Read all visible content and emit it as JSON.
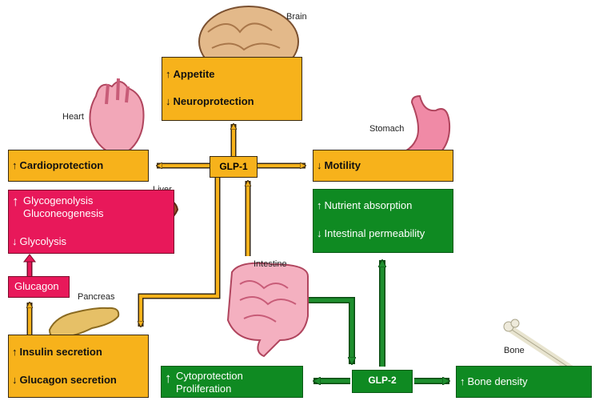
{
  "labels": {
    "brain": "Brain",
    "heart": "Heart",
    "stomach": "Stomach",
    "liver": "Liver",
    "pancreas": "Pancreas",
    "intestine": "Intestine",
    "bone": "Bone"
  },
  "nodes": {
    "glp1": "GLP-1",
    "glp2": "GLP-2"
  },
  "brain_box": {
    "line1": "Appetite",
    "line2": "Neuroprotection"
  },
  "heart_box": {
    "line1": "Cardioprotection"
  },
  "motility_box": {
    "line1": "Motility"
  },
  "stomach_green_box": {
    "line1": "Nutrient absorption",
    "line2": "Intestinal permeability"
  },
  "liver_box": {
    "line1": "Glycogenolysis",
    "line2": "Gluconeogenesis",
    "line3": "Glycolysis"
  },
  "glucagon_box": {
    "line1": "Glucagon"
  },
  "pancreas_box": {
    "line1": "Insulin secretion",
    "line2": "Glucagon secretion"
  },
  "cyto_box": {
    "line1": "Cytoprotection",
    "line2": "Proliferation"
  },
  "bone_box": {
    "line1": "Bone density"
  },
  "colors": {
    "orange": "#f7b21b",
    "green": "#0f8a22",
    "pink": "#e8185a",
    "arrow_orange": "#f7b21b",
    "arrow_green": "#1e8f2e"
  }
}
